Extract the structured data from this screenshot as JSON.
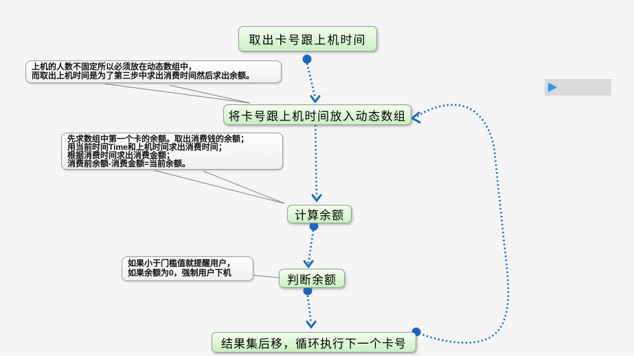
{
  "diagram": {
    "nodes": [
      {
        "label": "取出卡号跟上机时间"
      },
      {
        "label": "将卡号跟上机时间放入动态数组"
      },
      {
        "label": "计算余额"
      },
      {
        "label": "判断余额"
      },
      {
        "label": "结果集后移，循环执行下一个卡号"
      }
    ],
    "annotations": [
      {
        "line1": "上机的人数不固定所以必须放在动态数组中，",
        "line2": "而取出上机时间是为了第三步中求出消费时间然后求出余额。"
      },
      {
        "line1": "先求数组中第一个卡的余额。取出消费钱的余额；",
        "line2": "用当前时间Time和上机时间求出消费时间；",
        "line3": "根据消费时间求出消费金额；",
        "line4": "消费前余额-消费金额=当前余额。"
      },
      {
        "line1": "如果小于门槛值就提醒用户，",
        "line2": "如果余额为0，强制用户下机"
      }
    ]
  },
  "colors": {
    "connector_blue": "#1767c8",
    "leader_gray": "#7d7d7d",
    "node_fill_top": "#f2fdee",
    "node_fill_bottom": "#c8efc2",
    "node_border": "#8f9f8f",
    "player_bg": "#d9d9d9",
    "play_icon_blue": "#2f97f0"
  },
  "player": {
    "icon": "play"
  }
}
